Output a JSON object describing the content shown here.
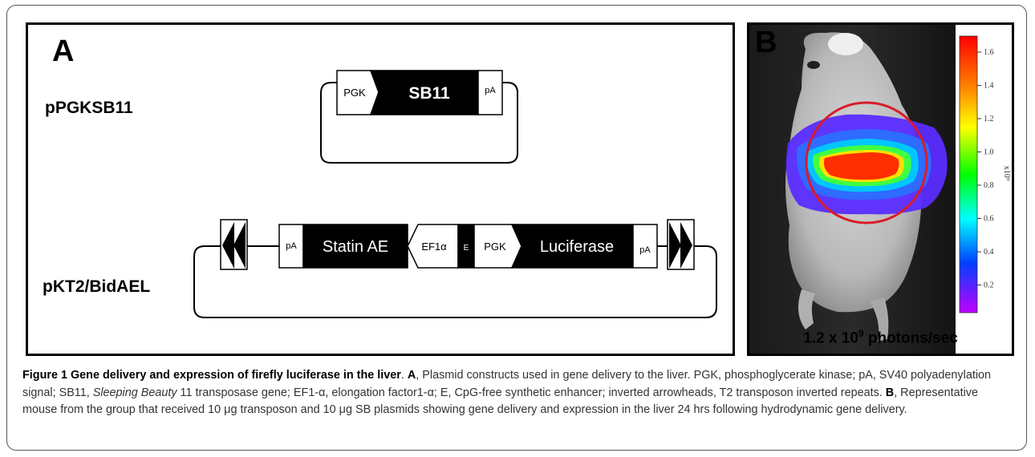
{
  "panel_a": {
    "letter": "A",
    "plasmid1_name": "pPGKSB11",
    "plasmid1_parts": {
      "promoter": "PGK",
      "gene": "SB11",
      "polya": "pA"
    },
    "plasmid2_name": "pKT2/BidAEL",
    "plasmid2_parts": {
      "polya_left": "pA",
      "gene_left": "Statin AE",
      "promoter_left": "EF1α",
      "enhancer": "E",
      "promoter_right": "PGK",
      "gene_right": "Luciferase",
      "polya_right": "pA"
    }
  },
  "panel_b": {
    "letter": "B",
    "scale_ticks": [
      "1.6",
      "1.4",
      "1.2",
      "1.0",
      "0.8",
      "0.6",
      "0.4",
      "0.2"
    ],
    "scale_unit": "x10⁹",
    "photons_value": "1.2 x 10",
    "photons_exp": "9",
    "photons_unit": " photons/sec"
  },
  "caption": {
    "title": "Figure 1 Gene delivery and expression of firefly luciferase in the liver",
    "title_end": ". ",
    "a_letter": "A",
    "a_text_1": ", Plasmid constructs used in gene delivery to the liver. PGK, phosphoglycerate kinase; pA, SV40 polyadenylation signal; SB11, ",
    "a_italic": "Sleeping Beauty",
    "a_text_2": " 11 transposase gene; EF1-α, elongation factor1-α; E, CpG-free synthetic enhancer; inverted arrowheads, T2 transposon inverted repeats. ",
    "b_letter": "B",
    "b_text": ", Representative mouse from the group that received 10 μg transposon and 10 μg SB plasmids showing gene delivery and expression in the liver 24 hrs following hydrodynamic gene delivery."
  }
}
